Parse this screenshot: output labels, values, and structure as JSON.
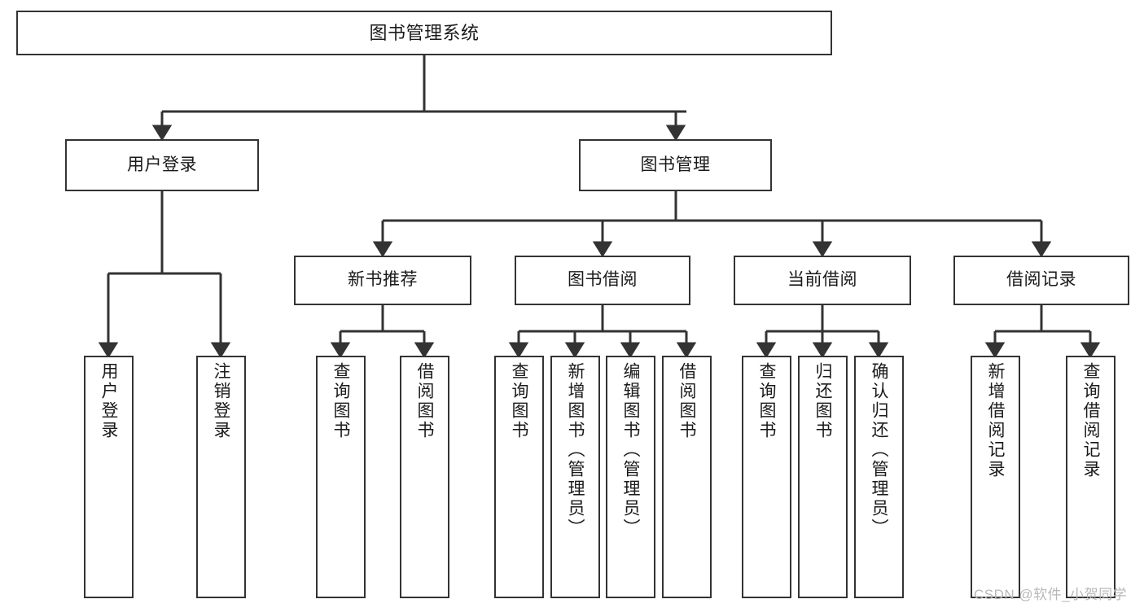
{
  "diagram": {
    "title": "图书管理系统",
    "type": "tree",
    "levels": 4,
    "colors": {
      "box_border": "#333333",
      "box_fill": "#ffffff",
      "edge": "#333333",
      "text": "#1a1a1a",
      "watermark": "#b8b8b8",
      "background": "#ffffff"
    },
    "nodes": {
      "root": {
        "label": "图书管理系统",
        "orientation": "horizontal"
      },
      "level2": [
        {
          "id": "user-login",
          "label": "用户登录",
          "orientation": "horizontal"
        },
        {
          "id": "book-manage",
          "label": "图书管理",
          "orientation": "horizontal"
        }
      ],
      "level3": [
        {
          "id": "new-book-rec",
          "label": "新书推荐",
          "orientation": "horizontal"
        },
        {
          "id": "book-borrow",
          "label": "图书借阅",
          "orientation": "horizontal"
        },
        {
          "id": "current-borrow",
          "label": "当前借阅",
          "orientation": "horizontal"
        },
        {
          "id": "borrow-record",
          "label": "借阅记录",
          "orientation": "horizontal"
        }
      ],
      "leaves": [
        {
          "id": "leaf-user-login",
          "label": "用户登录",
          "parent": "user-login",
          "orientation": "vertical"
        },
        {
          "id": "leaf-logout",
          "label": "注销登录",
          "parent": "user-login",
          "orientation": "vertical"
        },
        {
          "id": "leaf-query-book-1",
          "label": "查询图书",
          "parent": "new-book-rec",
          "orientation": "vertical"
        },
        {
          "id": "leaf-borrow-book-1",
          "label": "借阅图书",
          "parent": "new-book-rec",
          "orientation": "vertical"
        },
        {
          "id": "leaf-query-book-2",
          "label": "查询图书",
          "parent": "book-borrow",
          "orientation": "vertical"
        },
        {
          "id": "leaf-add-book",
          "label": "新增图书（管理员）",
          "parent": "book-borrow",
          "orientation": "vertical"
        },
        {
          "id": "leaf-edit-book",
          "label": "编辑图书（管理员）",
          "parent": "book-borrow",
          "orientation": "vertical"
        },
        {
          "id": "leaf-borrow-book-2",
          "label": "借阅图书",
          "parent": "book-borrow",
          "orientation": "vertical"
        },
        {
          "id": "leaf-query-book-3",
          "label": "查询图书",
          "parent": "current-borrow",
          "orientation": "vertical"
        },
        {
          "id": "leaf-return-book",
          "label": "归还图书",
          "parent": "current-borrow",
          "orientation": "vertical"
        },
        {
          "id": "leaf-confirm-return",
          "label": "确认归还（管理员）",
          "parent": "current-borrow",
          "orientation": "vertical"
        },
        {
          "id": "leaf-add-record",
          "label": "新增借阅记录",
          "parent": "borrow-record",
          "orientation": "vertical"
        },
        {
          "id": "leaf-query-record",
          "label": "查询借阅记录",
          "parent": "borrow-record",
          "orientation": "vertical"
        }
      ]
    },
    "watermark": "CSDN @软件_小贺同学"
  }
}
